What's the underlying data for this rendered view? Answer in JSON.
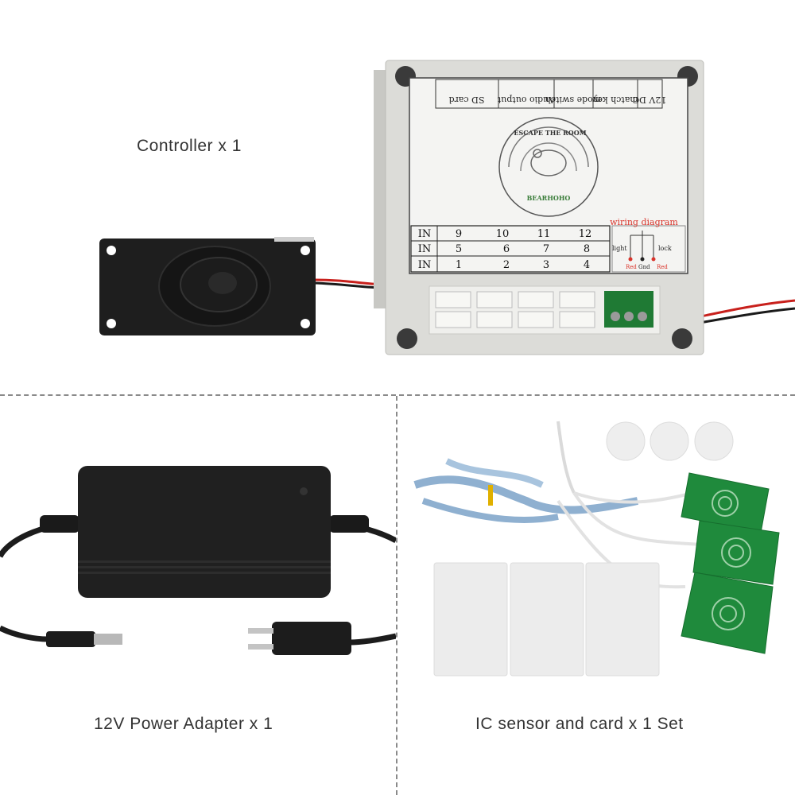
{
  "sections": {
    "controller": {
      "caption": "Controller x 1"
    },
    "power": {
      "caption": "12V Power Adapter x 1"
    },
    "ic": {
      "caption": "IC sensor and card x 1 Set"
    }
  },
  "controller_panel": {
    "top_labels": [
      "SD card",
      "Audio output",
      "mode switch",
      "match key",
      "12V DC"
    ],
    "logo_top": "ESCAPE THE ROOM",
    "logo_bottom": "BEARHOHO",
    "wiring_title": "wiring diagram",
    "wiring_labels": {
      "light": "light",
      "lock": "lock",
      "gnd": "Gnd",
      "red1": "Red",
      "red2": "Red"
    },
    "io_rows": [
      {
        "label": "IN",
        "pins": [
          "9",
          "10",
          "11",
          "12"
        ]
      },
      {
        "label": "IN",
        "pins": [
          "5",
          "6",
          "7",
          "8"
        ]
      },
      {
        "label": "IN",
        "pins": [
          "1",
          "2",
          "3",
          "4"
        ]
      }
    ]
  },
  "colors": {
    "enclosure": "#dcdcd8",
    "panel": "#f4f4f2",
    "pcb_green": "#1f8a3c",
    "wire_red": "#c8201c",
    "adapter_black": "#202020",
    "wiring_red": "#d9342b"
  }
}
